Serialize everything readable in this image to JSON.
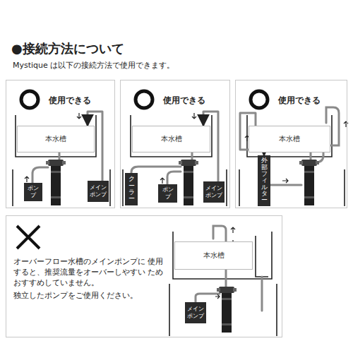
{
  "diagram": {
    "title": "●接続方法について",
    "nodes": [
      {
        "text": [
          "使用できる"
        ]
      },
      {
        "text": [
          "本水槽"
        ],
        "in": 0
      },
      {
        "text": [
          "ポンプ"
        ],
        "in": 0
      },
      {
        "text": [
          "メインポンプ"
        ],
        "in": 0
      },
      {
        "text": [
          "使用できる"
        ]
      },
      {
        "text": [
          "本水槽"
        ],
        "in": 4
      },
      {
        "text": [
          "クーラー"
        ],
        "in": 4
      },
      {
        "text": [
          "ポンプ"
        ],
        "in": 4
      },
      {
        "text": [
          "メインポンプ"
        ],
        "in": 4
      },
      {
        "text": [
          "使用できる"
        ]
      },
      {
        "text": [
          "本水槽"
        ],
        "in": 9
      },
      {
        "text": [
          "外部フィルター"
        ],
        "in": 9
      },
      {
        "text": [
          "オーバーフロー水槽のメインポンプに 使用すると、推奨流量をオーバーしやすい ためおすすめしていません。",
          "独立したポンプをご使用ください。"
        ]
      },
      {
        "text": [
          "本水槽"
        ],
        "in": 12
      },
      {
        "text": [
          "メインポンプ"
        ],
        "in": 12
      }
    ],
    "edges": [
      {
        "from": 3,
        "to": 1,
        "arrow": "to"
      },
      {
        "from": 8,
        "to": 5,
        "arrow": "to"
      },
      {
        "from": 10,
        "to": 11,
        "arrow": "to"
      }
    ],
    "labels": [
      "Mystique は以下の接続方法で使用できます。"
    ]
  }
}
